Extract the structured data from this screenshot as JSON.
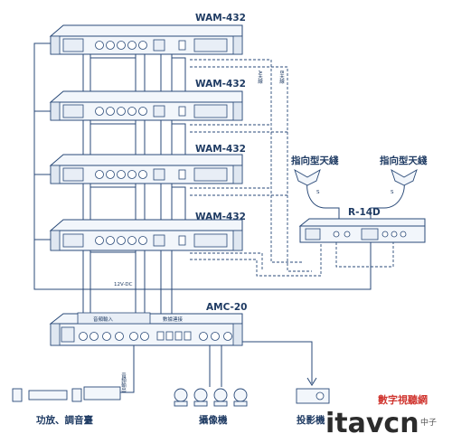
{
  "receivers": [
    {
      "model": "WAM-432"
    },
    {
      "model": "WAM-432"
    },
    {
      "model": "WAM-432"
    },
    {
      "model": "WAM-432"
    }
  ],
  "antenna_labels": {
    "a": "A天線",
    "b": "B天線"
  },
  "splitter": {
    "model": "R-14D"
  },
  "antennas": [
    {
      "label": "指向型天綫"
    },
    {
      "label": "指向型天綫"
    }
  ],
  "antenna_cable_marks": [
    "S",
    "S"
  ],
  "power_label": "12V-DC",
  "controller": {
    "model": "AMC-20",
    "audio_in_label": "音頻輸入",
    "data_link_label": "數據連接"
  },
  "audio_out_label": "音頻輸出",
  "outputs": [
    {
      "label": "功放、調音臺"
    },
    {
      "label": "攝像機"
    },
    {
      "label": "投影機"
    }
  ],
  "watermark": {
    "site": "數字視聽網",
    "logo": "itavcn",
    "sub": "中子"
  },
  "colors": {
    "line": "#2a4a78",
    "text": "#1f3b63",
    "watermark_red": "#d0352f"
  }
}
